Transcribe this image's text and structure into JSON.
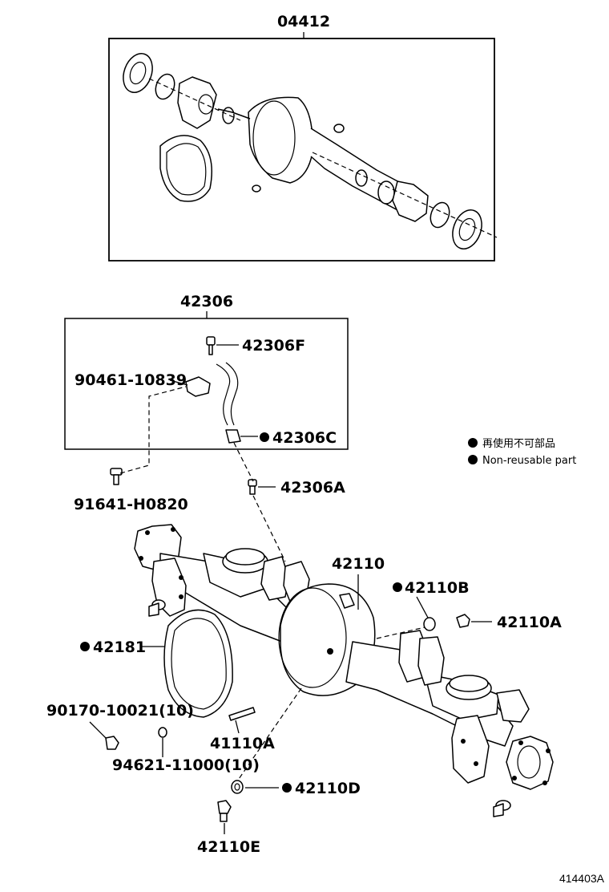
{
  "groups": {
    "axle_housing_kit": "04412",
    "breather_kit": "42306"
  },
  "callouts": {
    "p42306F": "42306F",
    "p90461": "90461-10839",
    "p42306C": "42306C",
    "p91641": "91641-H0820",
    "p42306A": "42306A",
    "p42110": "42110",
    "p42110B": "42110B",
    "p42110A": "42110A",
    "p42181": "42181",
    "p90170": "90170-10021(10)",
    "p41110A": "41110A",
    "p94621": "94621-11000(10)",
    "p42110D": "42110D",
    "p42110E": "42110E"
  },
  "legend": {
    "jp": "再使用不可部品",
    "en": "Non-reusable part"
  },
  "figure_id": "414403A"
}
